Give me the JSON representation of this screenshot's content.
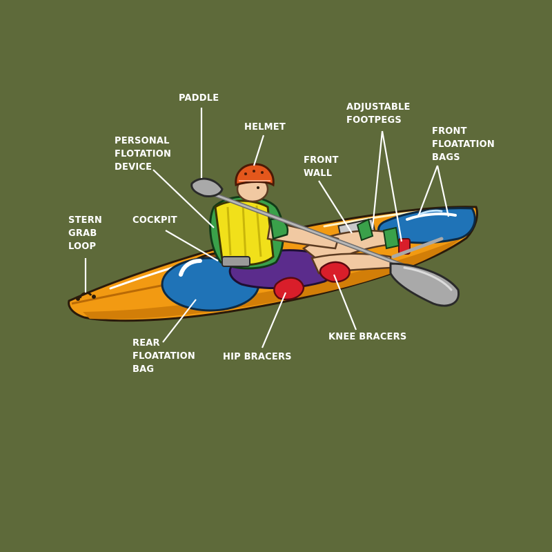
{
  "labels": {
    "paddle": [
      "PADDLE"
    ],
    "helmet": [
      "HELMET"
    ],
    "adjustable_footpegs": [
      "ADJUSTABLE",
      "FOOTPEGS"
    ],
    "front_floatation_bags": [
      "FRONT",
      "FLOATATION",
      "BAGS"
    ],
    "personal_flotation_device": [
      "PERSONAL",
      "FLOTATION",
      "DEVICE"
    ],
    "front_wall": [
      "FRONT",
      "WALL"
    ],
    "stern_grab_loop": [
      "STERN",
      "GRAB",
      "LOOP"
    ],
    "cockpit": [
      "COCKPIT"
    ],
    "rear_floatation_bag": [
      "REAR",
      "FLOATATION",
      "BAG"
    ],
    "hip_bracers": [
      "HIP BRACERS"
    ],
    "knee_bracers": [
      "KNEE BRACERS"
    ]
  },
  "colors": {
    "background": "#5e6a3a",
    "kayak_hull": "#f29a12",
    "floatation_bag": "#1f73b7",
    "helmet": "#e4571c",
    "pfd": "#f1e01a",
    "shirt": "#3aa14a",
    "shorts": "#5b2c8c",
    "bracers": "#d91e2a",
    "paddle": "#a9a9a9",
    "label_text": "#ffffff"
  }
}
